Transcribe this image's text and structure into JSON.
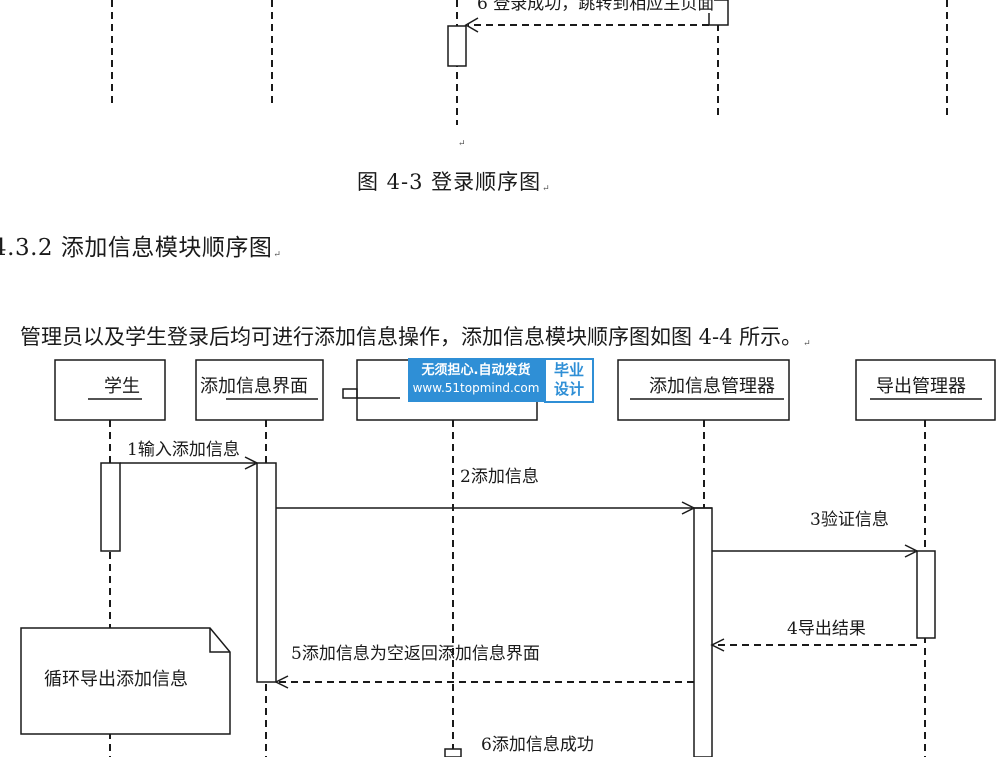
{
  "top_fragment": {
    "msg6": "6 登录成功，跳转到相应主页面"
  },
  "caption_4_3": "图 4-3  登录顺序图",
  "section_heading": "4.3.2 添加信息模块顺序图",
  "paragraph": "管理员以及学生登录后均可进行添加信息操作，添加信息模块顺序图如图 4-4 所示。",
  "paragraph_mark": "↵",
  "watermark": {
    "line1": "无须担心.自动发货",
    "line2": "www.51topmind.com",
    "badge_line1": "毕业",
    "badge_line2": "设计"
  },
  "lifelines": [
    {
      "label": "学生"
    },
    {
      "label": "添加信息界面"
    },
    {
      "label": ""
    },
    {
      "label": "添加信息管理器"
    },
    {
      "label": "导出管理器"
    }
  ],
  "messages": {
    "m1": "1输入添加信息",
    "m2": "2添加信息",
    "m3": "3验证信息",
    "m4": "4导出结果",
    "m5": "5添加信息为空返回添加信息界面",
    "m6": "6添加信息成功"
  },
  "note": "循环导出添加信息",
  "colors": {
    "line": "#1a1a1a",
    "watermark_blue": "#2f8fd6"
  }
}
